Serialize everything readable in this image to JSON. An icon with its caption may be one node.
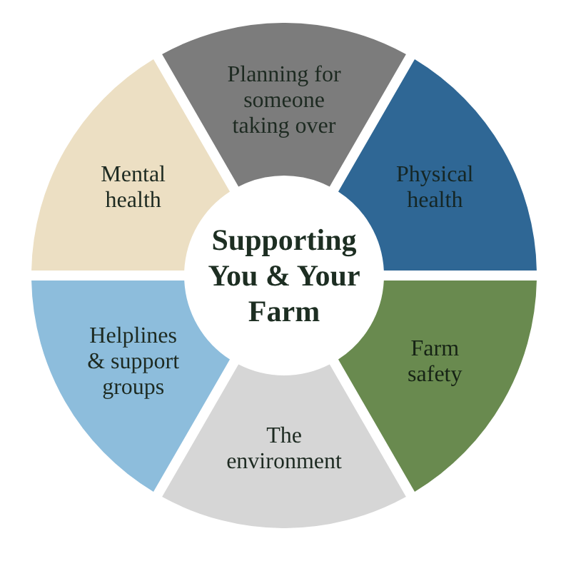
{
  "diagram": {
    "nodes": [
      {
        "text": [
          "Supporting You & Your Farm"
        ]
      },
      {
        "text": [
          "Planning for someone taking over"
        ]
      },
      {
        "text": [
          "Physical health"
        ]
      },
      {
        "text": [
          "Farm safety"
        ]
      },
      {
        "text": [
          "The environment"
        ]
      },
      {
        "text": [
          "Helplines & support groups"
        ]
      },
      {
        "text": [
          "Mental health"
        ]
      }
    ]
  }
}
